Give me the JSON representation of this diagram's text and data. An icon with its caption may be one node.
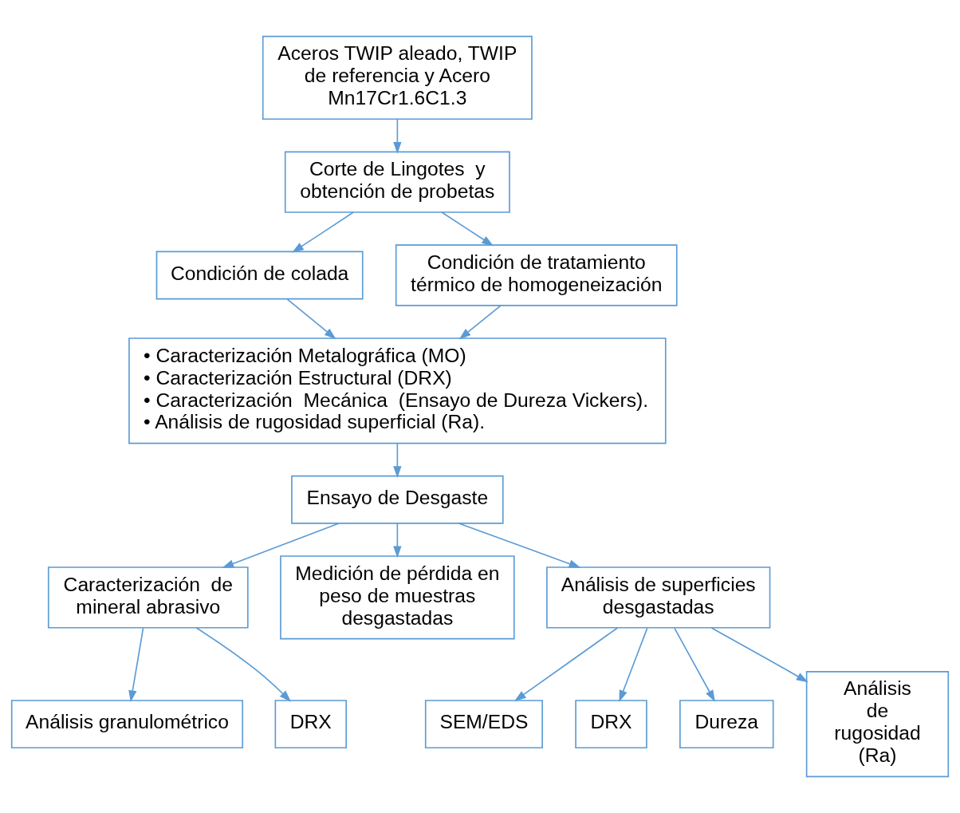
{
  "diagram": {
    "nodes": [
      {
        "text": [
          "Aceros TWIP aleado, TWIP  de referencia y Acero  Mn17Cr1.6C1.3"
        ]
      },
      {
        "text": [
          "Corte de Lingotes  y obtención de probetas"
        ]
      },
      {
        "text": [
          "Condición de colada"
        ]
      },
      {
        "text": [
          "Condición de tratamiento térmico de homogeneización"
        ]
      },
      {
        "text": [
          "• Caracterización Metalográfica (MO)",
          "• Caracterización Estructural (DRX)",
          "• Caracterización  Mecánica  (Ensayo de Dureza Vickers).",
          "• Análisis de rugosidad superficial (Ra)."
        ]
      },
      {
        "text": [
          "Ensayo de Desgaste"
        ]
      },
      {
        "text": [
          "Caracterización  de mineral abrasivo"
        ]
      },
      {
        "text": [
          "Medición de pérdida en peso de muestras desgastadas"
        ]
      },
      {
        "text": [
          "Análisis de superficies desgastadas"
        ]
      },
      {
        "text": [
          "Análisis granulométrico"
        ]
      },
      {
        "text": [
          "DRX"
        ]
      },
      {
        "text": [
          "SEM/EDS"
        ]
      },
      {
        "text": [
          "DRX"
        ]
      },
      {
        "text": [
          "Dureza"
        ]
      },
      {
        "text": [
          "Análisis de rugosidad (Ra)"
        ]
      }
    ],
    "edges": [
      {
        "from": 0,
        "to": 1,
        "arrow": "to"
      },
      {
        "from": 1,
        "to": 2,
        "arrow": "to"
      },
      {
        "from": 1,
        "to": 3,
        "arrow": "to"
      },
      {
        "from": 2,
        "to": 4,
        "arrow": "to"
      },
      {
        "from": 3,
        "to": 4,
        "arrow": "to"
      },
      {
        "from": 4,
        "to": 5,
        "arrow": "to"
      },
      {
        "from": 5,
        "to": 6,
        "arrow": "to"
      },
      {
        "from": 5,
        "to": 7,
        "arrow": "to"
      },
      {
        "from": 5,
        "to": 8,
        "arrow": "to"
      },
      {
        "from": 6,
        "to": 9,
        "arrow": "to"
      },
      {
        "from": 6,
        "to": 10,
        "arrow": "to"
      },
      {
        "from": 8,
        "to": 11,
        "arrow": "to"
      },
      {
        "from": 8,
        "to": 12,
        "arrow": "to"
      },
      {
        "from": 8,
        "to": 13,
        "arrow": "to"
      },
      {
        "from": 8,
        "to": 14,
        "arrow": "to"
      }
    ]
  }
}
